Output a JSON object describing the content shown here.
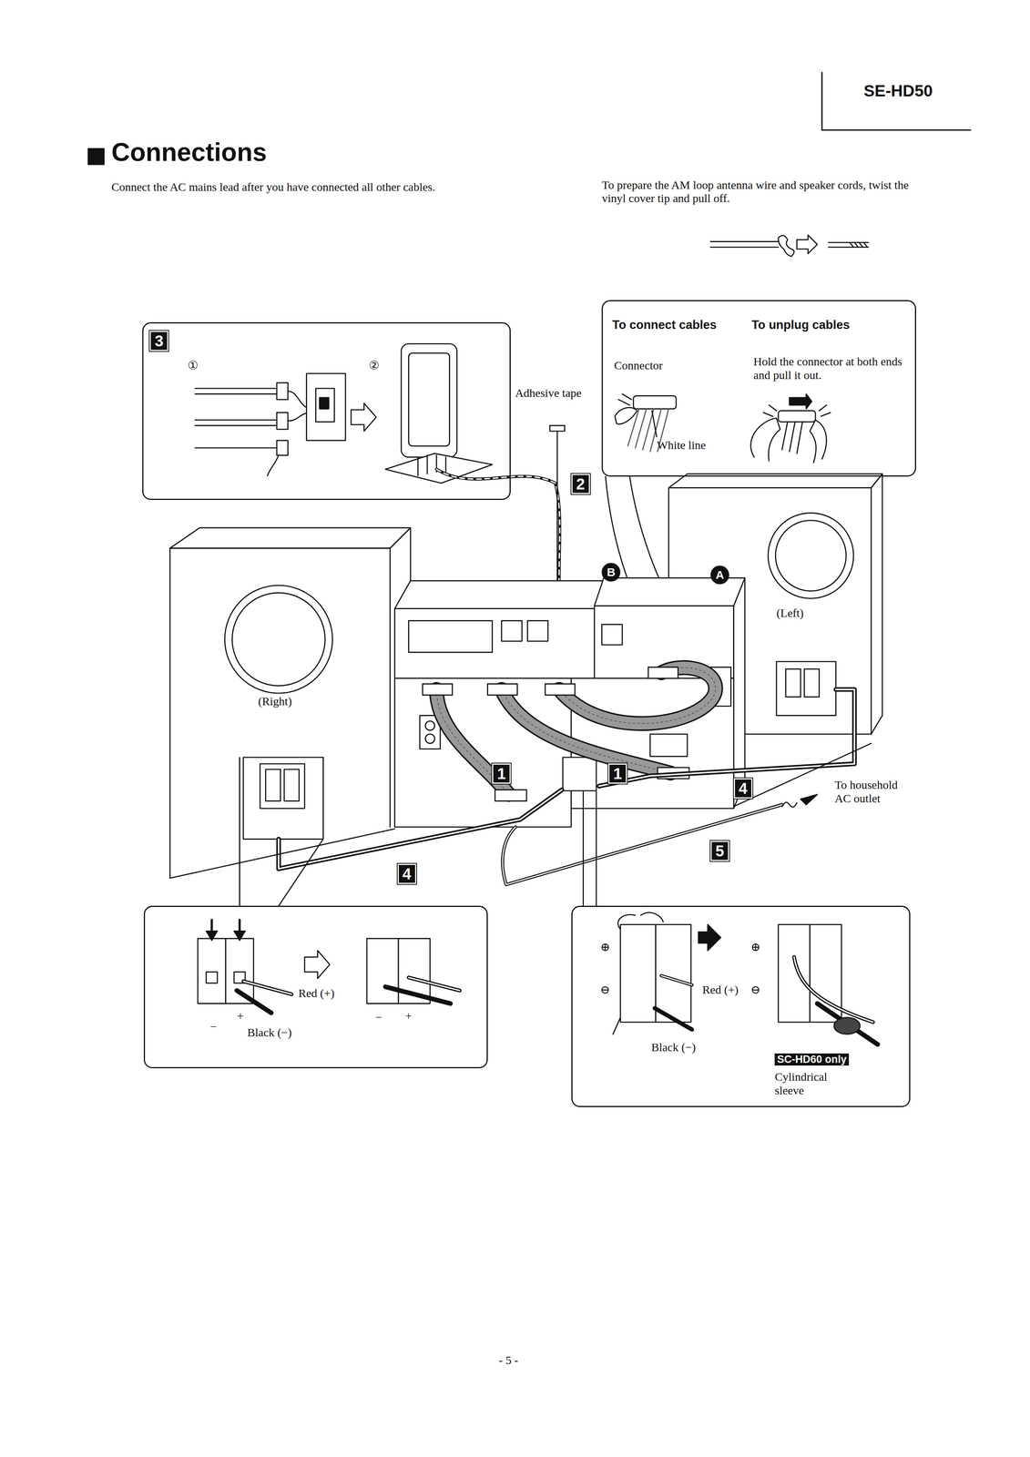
{
  "diagram": {
    "title": "Connections",
    "nodes": [
      {
        "text": [
          "3",
          "①",
          "②"
        ]
      },
      {
        "text": [
          "To connect cables",
          "To unplug cables",
          "Connector",
          "Hold the connector at both ends and pull it out.",
          "White line"
        ]
      },
      {
        "text": [
          "(Right)"
        ]
      },
      {
        "text": [
          "(Left)"
        ]
      },
      {
        "text": [
          "Red (+)",
          "+",
          "−",
          "Black (−)",
          "−",
          "+"
        ]
      },
      {
        "text": [
          "⊕",
          "⊖",
          "Red (+)",
          "Black (−)",
          "⊕",
          "⊖",
          "SC-HD60 only",
          "Cylindrical sleeve"
        ]
      }
    ],
    "edges": [
      {
        "from": 4,
        "to": 2,
        "arrow": "none"
      }
    ],
    "labels": [
      "SE-HD50",
      "Connect the AC mains lead after you have connected all other cables.",
      "To prepare the AM loop antenna wire and speaker cords, twist the vinyl cover tip and pull off.",
      "Adhesive tape",
      "2",
      "B",
      "A",
      "1",
      "1",
      "4",
      "To household AC outlet",
      "4",
      "5",
      "- 5 -"
    ]
  }
}
